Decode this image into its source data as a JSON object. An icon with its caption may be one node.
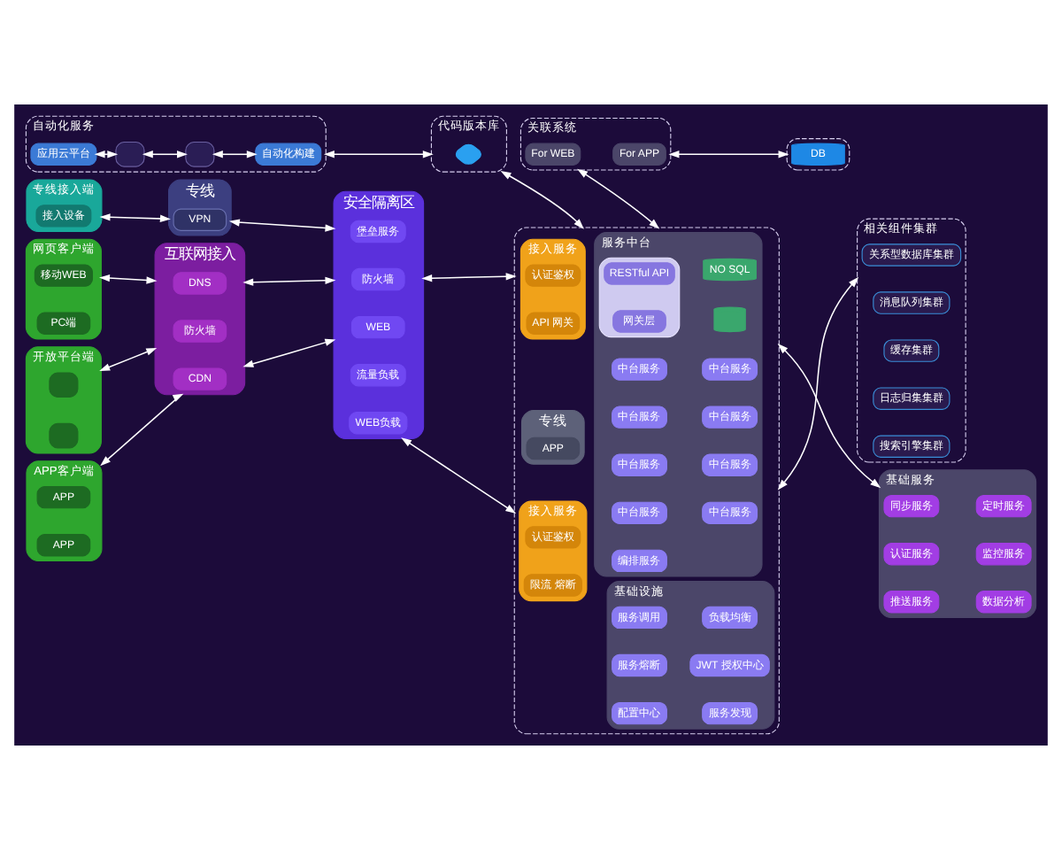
{
  "diagram": {
    "nodes": [
      {
        "text": [
          "网页客户端"
        ]
      },
      {
        "text": [
          "移动WEB"
        ],
        "in": 0
      },
      {
        "text": [
          "PC端"
        ],
        "in": 0
      },
      {
        "text": [
          "APP客户端"
        ]
      },
      {
        "text": [
          "APP"
        ],
        "in": 3
      },
      {
        "text": [
          "APP"
        ],
        "in": 3
      },
      {
        "text": [
          "开放平台端"
        ]
      },
      {
        "text": [],
        "shape": "box",
        "in": 6
      },
      {
        "text": [],
        "shape": "box",
        "in": 6
      },
      {
        "text": [
          "专线接入端"
        ]
      },
      {
        "text": [
          "接入设备"
        ],
        "in": 9
      },
      {
        "text": [
          "互联网接入"
        ]
      },
      {
        "text": [
          "DNS"
        ],
        "in": 11
      },
      {
        "text": [
          "CDN"
        ],
        "in": 11
      },
      {
        "text": [
          "防火墙"
        ],
        "in": 11
      },
      {
        "text": [
          "专线"
        ]
      },
      {
        "text": [
          "VPN"
        ],
        "in": 15
      },
      {
        "text": [
          "安全隔离区"
        ]
      },
      {
        "text": [
          "防火墙"
        ],
        "in": 17
      },
      {
        "text": [
          "WEB"
        ],
        "in": 17
      },
      {
        "text": [
          "流量负载"
        ],
        "in": 17
      },
      {
        "text": [
          "WEB负载"
        ],
        "in": 17
      },
      {
        "text": [
          "堡垒服务"
        ],
        "in": 17
      },
      {
        "text": [],
        "shape": "box"
      },
      {
        "text": [
          "接入服务"
        ],
        "in": 23
      },
      {
        "text": [
          "认证鉴权"
        ],
        "in": 24
      },
      {
        "text": [
          "API 网关"
        ],
        "in": 24
      },
      {
        "text": [
          "专线"
        ],
        "in": 23
      },
      {
        "text": [
          "APP"
        ],
        "in": 27
      },
      {
        "text": [
          "接入服务"
        ],
        "in": 23
      },
      {
        "text": [
          "认证鉴权"
        ],
        "in": 29
      },
      {
        "text": [
          "限流 熔断"
        ],
        "in": 29
      },
      {
        "text": [
          "服务中台"
        ],
        "in": 23
      },
      {
        "text": [],
        "shape": "box",
        "in": 32
      },
      {
        "text": [
          "RESTful API"
        ],
        "in": 33
      },
      {
        "text": [
          "网关层"
        ],
        "in": 33
      },
      {
        "text": [
          "NO SQL"
        ],
        "in": 32
      },
      {
        "text": [],
        "shape": "cylinder",
        "in": 32
      },
      {
        "text": [
          "中台服务"
        ],
        "in": 32
      },
      {
        "text": [
          "中台服务"
        ],
        "in": 32
      },
      {
        "text": [
          "中台服务"
        ],
        "in": 32
      },
      {
        "text": [
          "中台服务"
        ],
        "in": 32
      },
      {
        "text": [
          "中台服务"
        ],
        "in": 32
      },
      {
        "text": [
          "中台服务"
        ],
        "in": 32
      },
      {
        "text": [
          "中台服务"
        ],
        "in": 32
      },
      {
        "text": [
          "中台服务"
        ],
        "in": 32
      },
      {
        "text": [
          "编排服务"
        ],
        "in": 32
      },
      {
        "text": [
          "基础设施"
        ],
        "in": 23
      },
      {
        "text": [
          "服务调用"
        ],
        "in": 47
      },
      {
        "text": [
          "负载均衡"
        ],
        "in": 47
      },
      {
        "text": [
          "服务熔断"
        ],
        "in": 47
      },
      {
        "text": [
          "JWT 授权中心"
        ],
        "in": 47
      },
      {
        "text": [
          "配置中心"
        ],
        "in": 47
      },
      {
        "text": [
          "服务发现"
        ],
        "in": 47
      },
      {
        "text": [
          "基础服务"
        ]
      },
      {
        "text": [
          "同步服务"
        ],
        "in": 54
      },
      {
        "text": [
          "定时服务"
        ],
        "in": 54
      },
      {
        "text": [
          "认证服务"
        ],
        "in": 54
      },
      {
        "text": [
          "监控服务"
        ],
        "in": 54
      },
      {
        "text": [
          "推送服务"
        ],
        "in": 54
      },
      {
        "text": [
          "数据分析"
        ],
        "in": 54
      },
      {
        "text": [
          "相关组件集群"
        ]
      },
      {
        "text": [
          "关系型数据库集群"
        ],
        "in": 61
      },
      {
        "text": [
          "消息队列集群"
        ],
        "in": 61
      },
      {
        "text": [
          "缓存集群"
        ],
        "in": 61
      },
      {
        "text": [
          "日志归集集群"
        ],
        "in": 61
      },
      {
        "text": [
          "搜索引擎集群"
        ],
        "in": 61
      },
      {
        "text": [
          "自动化服务"
        ]
      },
      {
        "text": [
          "应用云平台"
        ],
        "in": 67
      },
      {
        "text": [],
        "shape": "box",
        "in": 67
      },
      {
        "text": [],
        "shape": "box",
        "in": 67
      },
      {
        "text": [
          "自动化构建"
        ],
        "in": 67
      },
      {
        "text": [
          "代码版本库"
        ]
      },
      {
        "text": [],
        "shape": "diamond",
        "in": 72
      },
      {
        "text": [
          "关联系统"
        ]
      },
      {
        "text": [
          "For WEB"
        ],
        "in": 74
      },
      {
        "text": [
          "For APP"
        ],
        "in": 74
      },
      {
        "text": [],
        "shape": "box"
      },
      {
        "text": [
          "DB"
        ],
        "in": 77
      }
    ],
    "edges": [
      {
        "from": 0,
        "to": 11,
        "arrow": "both"
      },
      {
        "from": 3,
        "to": 11,
        "arrow": "both"
      },
      {
        "from": 6,
        "to": 11,
        "arrow": "both"
      },
      {
        "from": 9,
        "to": 15,
        "arrow": "both"
      },
      {
        "from": 11,
        "to": 17,
        "arrow": "both"
      },
      {
        "from": 11,
        "to": 17,
        "arrow": "both"
      },
      {
        "from": 15,
        "to": 17,
        "arrow": "both"
      },
      {
        "from": 17,
        "to": 23,
        "arrow": "both"
      },
      {
        "from": 17,
        "to": 23,
        "arrow": "both"
      },
      {
        "from": 23,
        "to": 54,
        "arrow": "both"
      },
      {
        "from": 23,
        "to": 61,
        "arrow": "both"
      },
      {
        "from": 23,
        "to": 72,
        "arrow": "both"
      },
      {
        "from": 23,
        "to": 74,
        "arrow": "both"
      },
      {
        "from": 67,
        "to": 72,
        "arrow": "both"
      },
      {
        "from": 74,
        "to": 77,
        "arrow": "both"
      },
      {
        "from": 68,
        "to": 69,
        "arrow": "both"
      },
      {
        "from": 69,
        "to": 70,
        "arrow": "both"
      },
      {
        "from": 70,
        "to": 71,
        "arrow": "both"
      }
    ]
  }
}
